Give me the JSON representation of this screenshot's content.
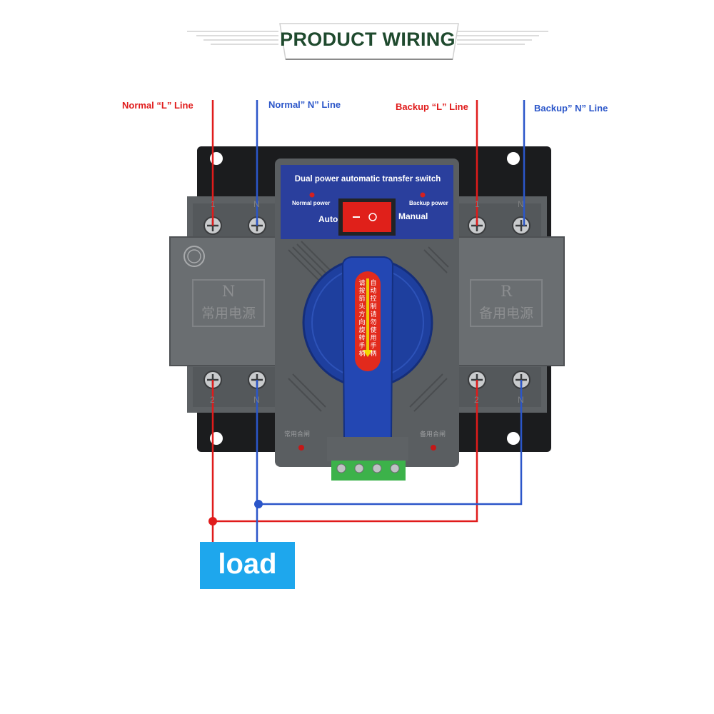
{
  "title": "PRODUCT WIRING",
  "wire_labels": {
    "normal_l": "Normal “L” Line",
    "normal_n": "Normal” N” Line",
    "backup_l": "Backup “L” Line",
    "backup_n": "Backup” N” Line"
  },
  "panel": {
    "title": "Dual power automatic transfer switch",
    "normal_power": "Normal power",
    "backup_power": "Backup power",
    "auto": "Auto",
    "manual": "Manual",
    "switch_marks": "—  O"
  },
  "terminals": {
    "top_left": [
      "1",
      "N"
    ],
    "top_right": [
      "1",
      "N"
    ],
    "bottom_left": [
      "2",
      "N"
    ],
    "bottom_right": [
      "2",
      "N"
    ]
  },
  "embossed": {
    "left_letter": "N",
    "left_text": "常用电源",
    "right_letter": "R",
    "right_text": "备用电源",
    "lamp_left": "常用合闸",
    "lamp_right": "备用合闸"
  },
  "handle": {
    "col_left": "请按箭头方向旋转手柄",
    "col_right": "自动控制请勿使用手柄"
  },
  "load": "load",
  "colors": {
    "live_wire": "#e01b1b",
    "neutral_wire": "#2b56c9",
    "panel_blue": "#2a3f9d",
    "body_grey": "#5f6366",
    "load_box": "#1ea7ed"
  }
}
